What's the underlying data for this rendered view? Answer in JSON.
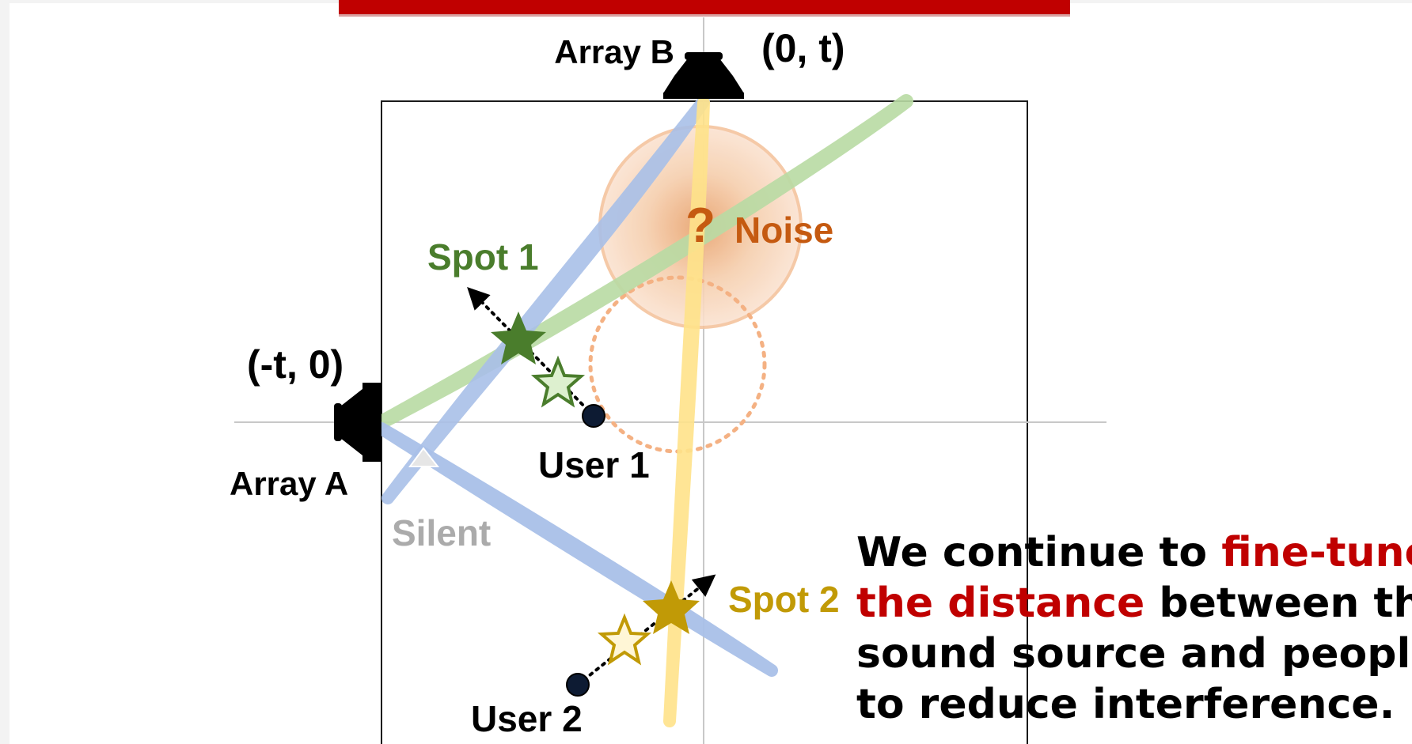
{
  "header_banner_text": "",
  "arrays": {
    "a": {
      "label": "Array A",
      "coord": "(-t, 0)"
    },
    "b": {
      "label": "Array B",
      "coord": "(0, t)"
    }
  },
  "noise": {
    "label": "Noise",
    "mark": "?"
  },
  "spots": [
    {
      "label": "Spot 1",
      "color": "#4a7d2c"
    },
    {
      "label": "Spot 2",
      "color": "#c19a06"
    }
  ],
  "users": [
    {
      "label": "User 1"
    },
    {
      "label": "User 2"
    }
  ],
  "silent": {
    "label": "Silent",
    "color": "#ababab"
  },
  "caption": {
    "part1": "We continue to ",
    "highlight1": "fine-tune",
    "highlight2": "the distance",
    "part2": " between the",
    "line3": "sound source and people",
    "line4": "to reduce interference."
  },
  "colors": {
    "banner": "#c00000",
    "noise": "#c55a11",
    "beam_blue": "#a9c0e8",
    "beam_green": "#b9dba4",
    "beam_yellow": "#ffe38a",
    "highlight": "#c00000"
  }
}
